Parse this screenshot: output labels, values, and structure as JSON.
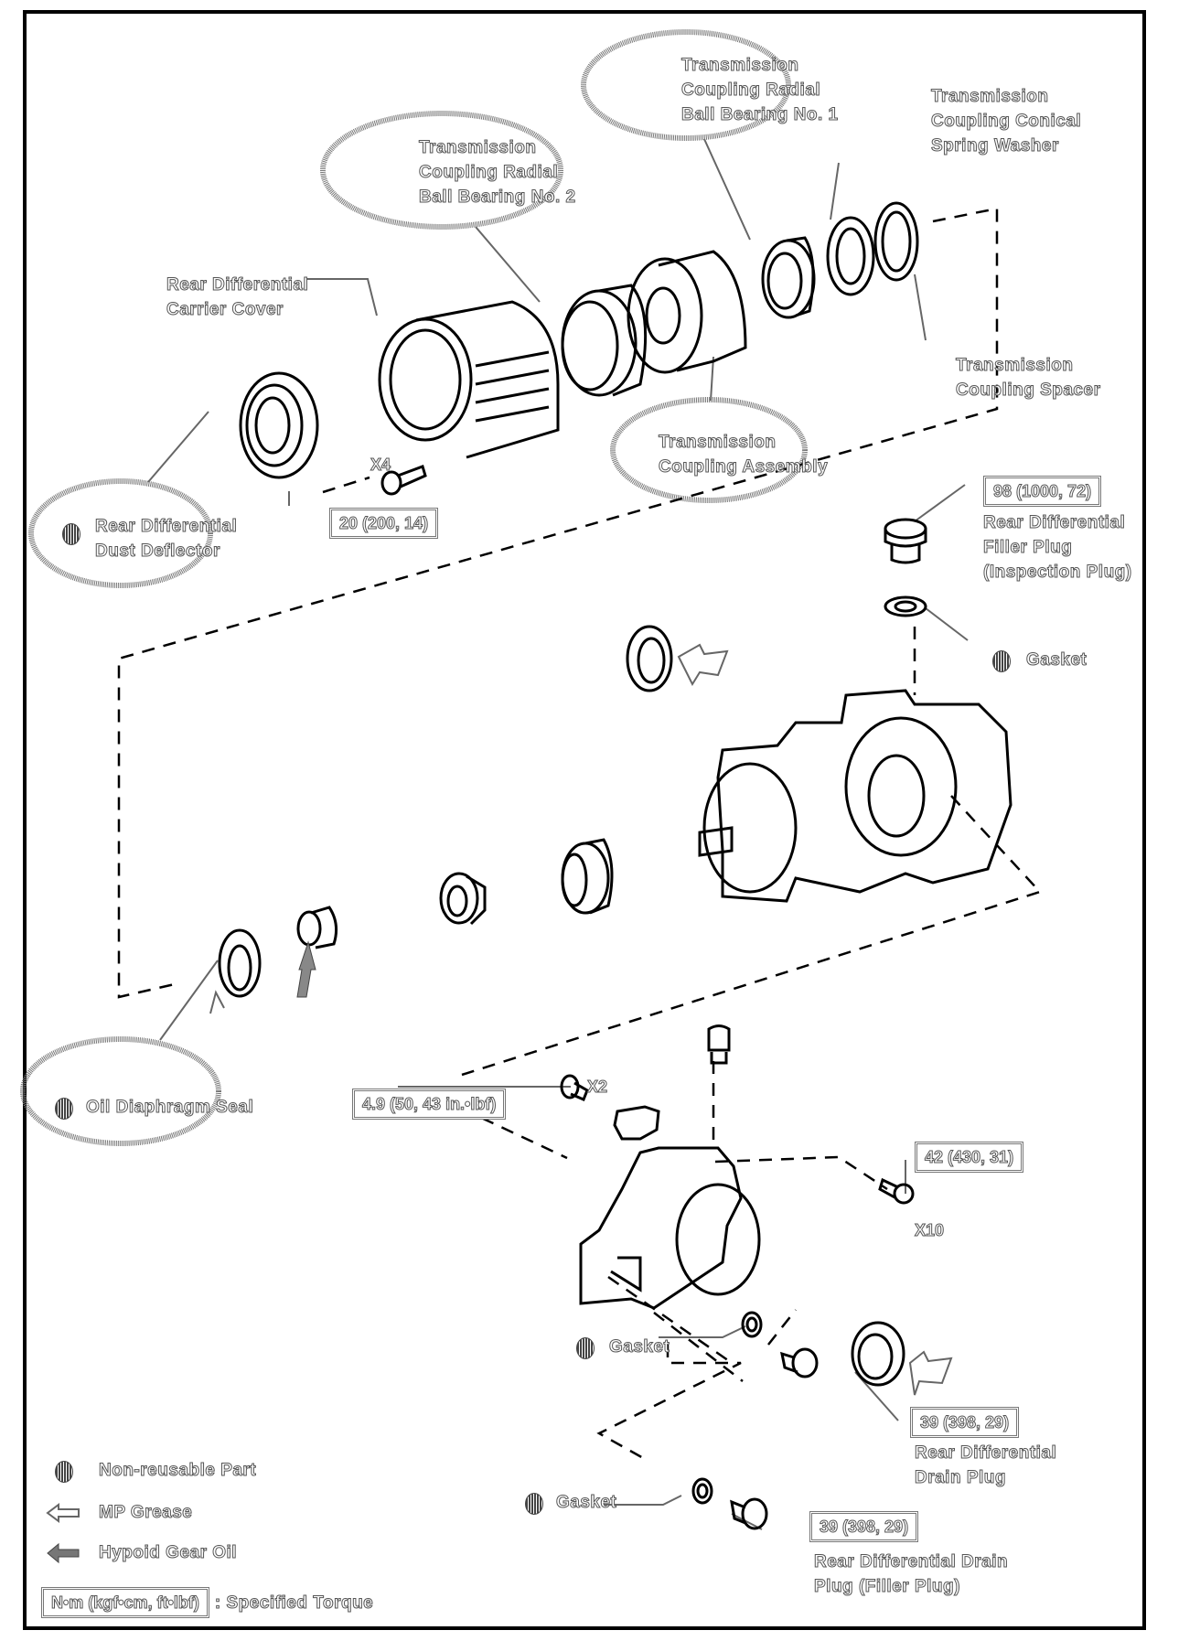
{
  "diagram": {
    "type": "exploded-parts-view",
    "subject": "Rear Differential Carrier Cover / Transmission Coupling"
  },
  "callouts": {
    "bearing_no1": [
      "Transmission",
      "Coupling Radial",
      "Ball Bearing No. 1"
    ],
    "bearing_no2": [
      "Transmission",
      "Coupling Radial",
      "Ball Bearing No. 2"
    ],
    "spring_washer": [
      "Transmission",
      "Coupling Conical",
      "Spring Washer"
    ],
    "carrier_cover": [
      "Rear Differential",
      "Carrier Cover"
    ],
    "spacer": [
      "Transmission",
      "Coupling Spacer"
    ],
    "coupling_assembly": [
      "Transmission",
      "Coupling Assembly"
    ],
    "dust_deflector": [
      "Rear Differential",
      "Dust Deflector"
    ],
    "filler_plug": [
      "Rear Differential",
      "Filler Plug",
      "(Inspection Plug)"
    ],
    "gasket_top": "Gasket",
    "oil_seal": "Oil Diaphragm Seal",
    "gasket_mid": "Gasket",
    "drain_plug": [
      "Rear Differential",
      "Drain Plug"
    ],
    "gasket_bottom": "Gasket",
    "drain_filler_plug": [
      "Rear Differential Drain",
      "Plug (Filler Plug)"
    ]
  },
  "torques": {
    "cover_bolt": "20 (200, 14)",
    "filler_plug": "98 (1000, 72)",
    "small_bolt": "4.9 (50, 43 in.•lbf)",
    "housing_bolt": "42 (430, 31)",
    "drain_plug": "39 (398, 29)",
    "drain_filler_plug": "39 (398, 29)"
  },
  "quantities": {
    "cover_bolt": "X4",
    "small_bolt": "X2",
    "housing_bolt": "X10"
  },
  "legend": {
    "non_reusable": "Non-reusable Part",
    "mp_grease": "MP Grease",
    "hypoid_oil": "Hypoid Gear Oil",
    "torque_unit": "N•m (kgf•cm, ft•lbf)",
    "torque_desc": ": Specified Torque"
  }
}
